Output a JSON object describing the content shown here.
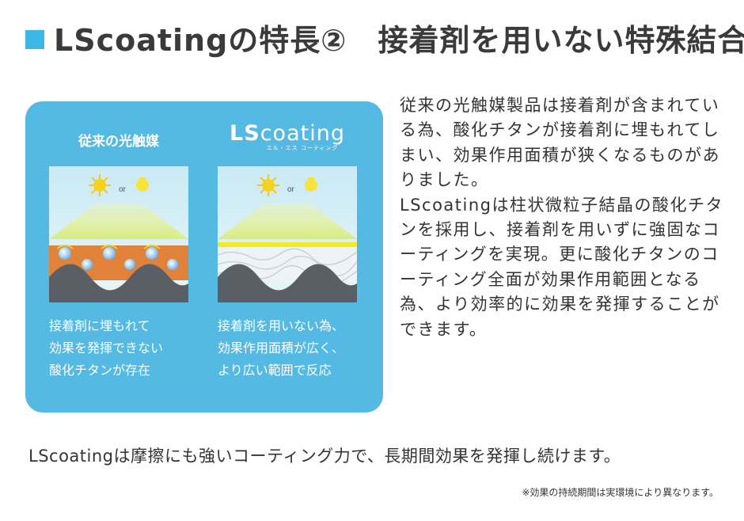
{
  "title": "LScoatingの特長②　接着剤を用いない特殊結合",
  "panel": {
    "left_heading": "従来の光触媒",
    "logo_ls": "LS",
    "logo_coating": "coating",
    "logo_sub": "エル・エス コーティング",
    "or_label": "or",
    "left_caption": [
      "接着剤に埋もれて",
      "効果を発揮できない",
      "酸化チタンが存在"
    ],
    "right_caption": [
      "接着剤を用いない為、",
      "効果作用面積が広く、",
      "より広い範囲で反応"
    ]
  },
  "body": {
    "paragraph1": "従来の光触媒製品は接着剤が含まれている為、酸化チタンが接着剤に埋もれてしまい、効果作用面積が狭くなるものがありました。",
    "paragraph2": "LScoatingは柱状微粒子結晶の酸化チタンを採用し、接着剤を用いずに強固なコーティングを実現。更に酸化チタンのコーティング全面が効果作用範囲となる為、より効率的に効果を発揮することができます。"
  },
  "bottom_text": "LScoatingは摩擦にも強いコーティング力で、長期間効果を発揮し続けます。",
  "footnote": "※効果の持続期間は実環境により異なります。",
  "colors": {
    "accent": "#3db8e5",
    "panel_bg": "#54b9e3",
    "adhesive": "#e0823a",
    "substrate": "#5a5f66",
    "sun": "#f6d21c",
    "coating_line": "#f4ec1a"
  }
}
